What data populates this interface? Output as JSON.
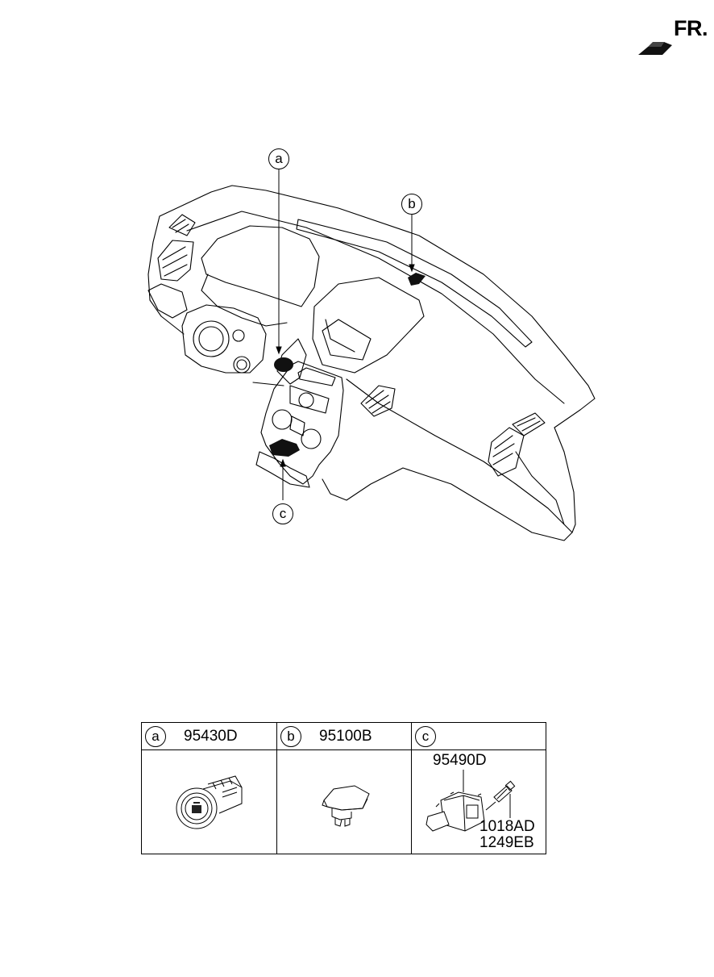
{
  "direction_indicator": {
    "label": "FR."
  },
  "callouts": {
    "a": "a",
    "b": "b",
    "c": "c"
  },
  "parts_table": {
    "columns": [
      {
        "callout": "a",
        "part_numbers": [
          "95430D"
        ],
        "icon": "start-stop-button-icon"
      },
      {
        "callout": "b",
        "part_numbers": [
          "95100B"
        ],
        "icon": "sensor-icon"
      },
      {
        "callout": "c",
        "part_numbers": [
          "95490D",
          "1018AD",
          "1249EB"
        ],
        "icon": "switch-module-icon"
      }
    ]
  }
}
